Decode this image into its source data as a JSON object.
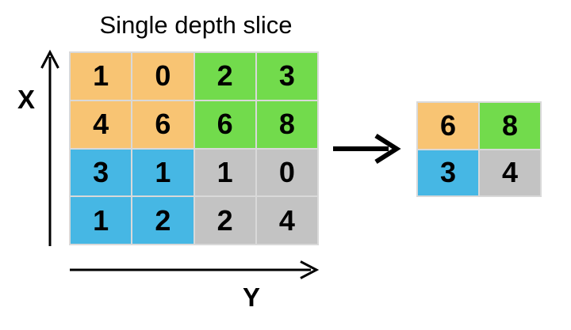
{
  "title": "Single depth slice",
  "axes": {
    "x_label": "X",
    "y_label": "Y"
  },
  "icons": {
    "x_axis_arrow": "up-arrow",
    "y_axis_arrow": "right-arrow",
    "pooling_arrow": "right-arrow"
  },
  "colors": {
    "orange": "#F8C473",
    "green": "#72DB4C",
    "blue": "#46B7E4",
    "gray": "#C3C3C3",
    "grid_line": "#D9D9D9",
    "text": "#000000",
    "arrow": "#000000"
  },
  "input_grid": {
    "values": [
      [
        "1",
        "0",
        "2",
        "3"
      ],
      [
        "4",
        "6",
        "6",
        "8"
      ],
      [
        "3",
        "1",
        "1",
        "0"
      ],
      [
        "1",
        "2",
        "2",
        "4"
      ]
    ],
    "colors": [
      [
        "orange",
        "orange",
        "green",
        "green"
      ],
      [
        "orange",
        "orange",
        "green",
        "green"
      ],
      [
        "blue",
        "blue",
        "gray",
        "gray"
      ],
      [
        "blue",
        "blue",
        "gray",
        "gray"
      ]
    ]
  },
  "output_grid": {
    "values": [
      [
        "6",
        "8"
      ],
      [
        "3",
        "4"
      ]
    ],
    "colors": [
      [
        "orange",
        "green"
      ],
      [
        "blue",
        "gray"
      ]
    ]
  }
}
